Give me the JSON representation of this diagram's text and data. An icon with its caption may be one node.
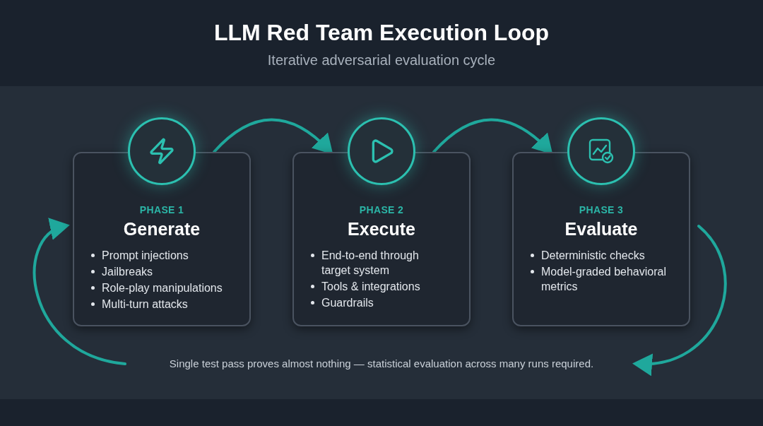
{
  "diagram": {
    "title": "LLM Red Team Execution Loop",
    "nodes": [
      {
        "text": [
          "PHASE 1",
          "Generate",
          "Prompt injections",
          "Jailbreaks",
          "Role-play manipulations",
          "Multi-turn attacks"
        ]
      },
      {
        "text": [
          "PHASE 2",
          "Execute",
          "End-to-end through target system",
          "Tools & integrations",
          "Guardrails"
        ]
      },
      {
        "text": [
          "PHASE 3",
          "Evaluate",
          "Deterministic checks",
          "Model-graded behavioral metrics"
        ]
      },
      {
        "text": [
          "Single test pass proves almost nothing — statistical evaluation across many runs required."
        ]
      }
    ],
    "edges": [
      {
        "from": 0,
        "to": 1,
        "arrow": "to"
      },
      {
        "from": 1,
        "to": 2,
        "arrow": "to"
      },
      {
        "from": 2,
        "to": 3,
        "arrow": "to"
      },
      {
        "from": 3,
        "to": 0,
        "arrow": "to"
      }
    ],
    "labels": [
      "Iterative adversarial evaluation cycle"
    ]
  }
}
